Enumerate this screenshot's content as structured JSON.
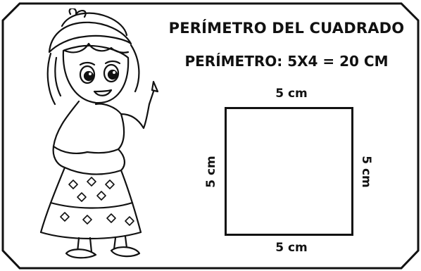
{
  "worksheet": {
    "title": "PERÍMETRO DEL CUADRADO",
    "formula": "PERÍMETRO: 5X4 = 20 CM",
    "square": {
      "sides": {
        "top": "5 cm",
        "bottom": "5 cm",
        "left": "5 cm",
        "right": "5 cm"
      }
    },
    "illustration": {
      "icon": "girl-character-icon"
    }
  },
  "colors": {
    "ink": "#111111",
    "paper": "#ffffff"
  }
}
